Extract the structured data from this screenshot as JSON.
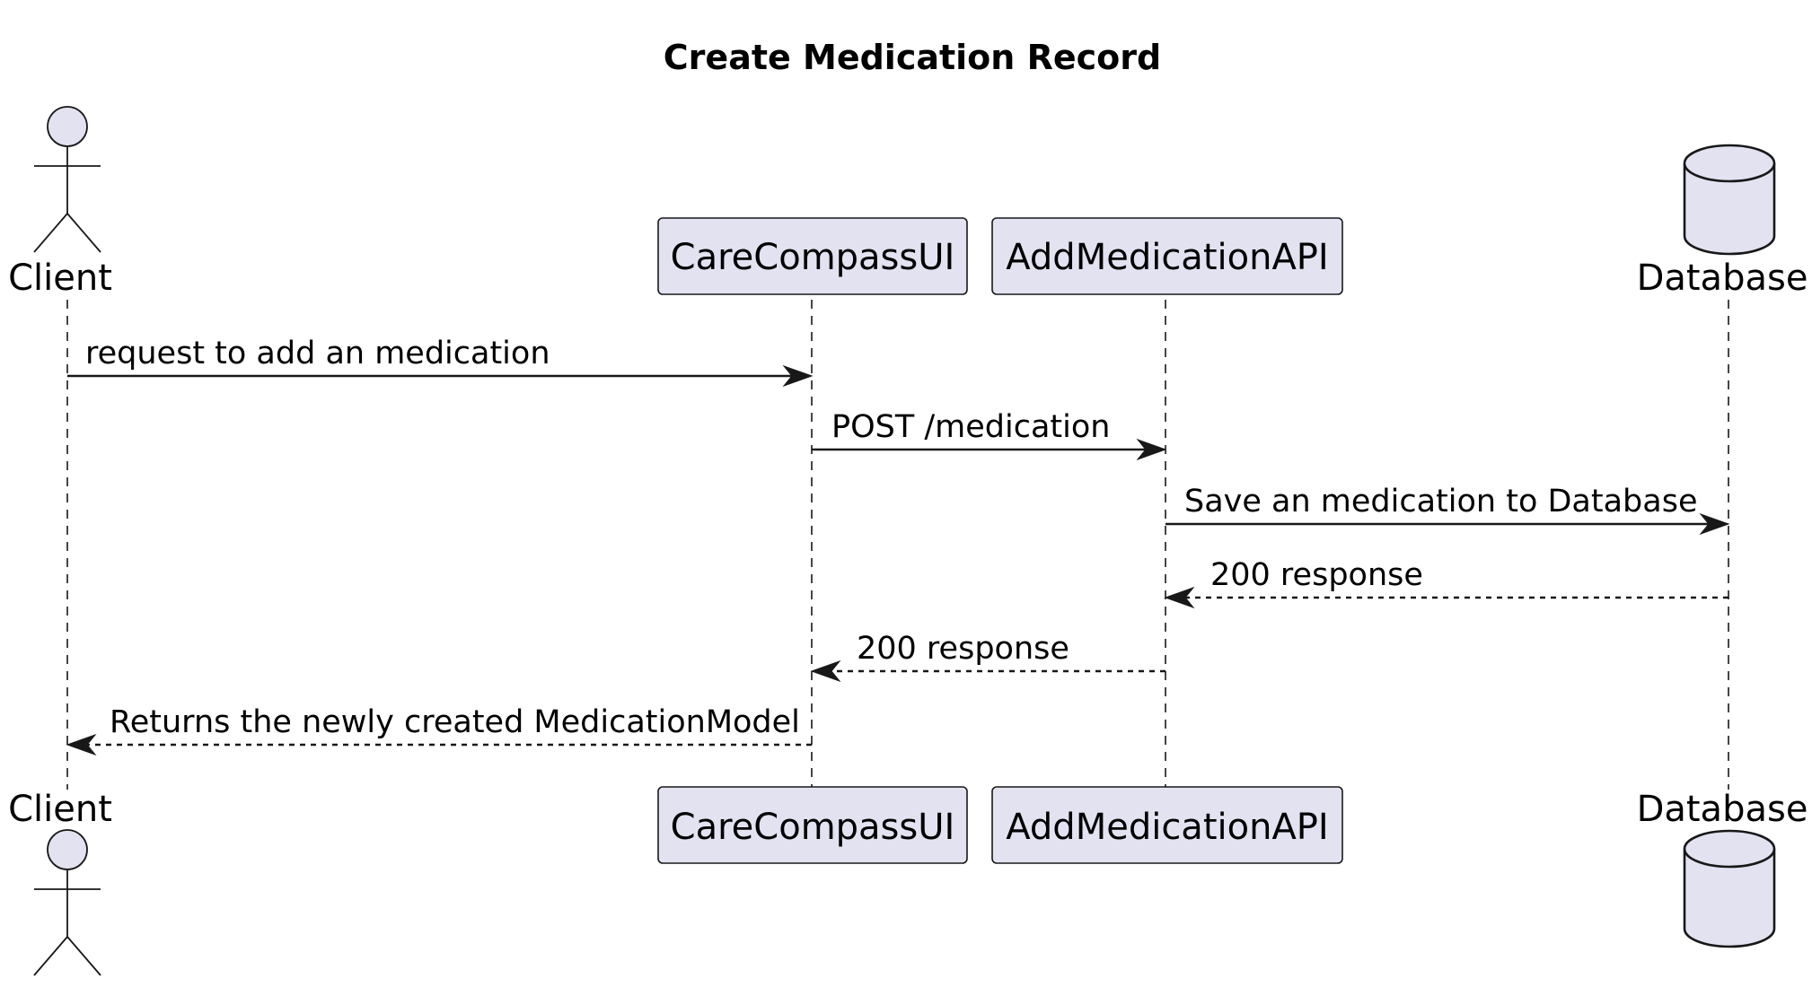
{
  "title": "Create Medication Record",
  "participants": {
    "client": {
      "name": "Client",
      "kind": "actor"
    },
    "ui": {
      "name": "CareCompassUI",
      "kind": "participant"
    },
    "api": {
      "name": "AddMedicationAPI",
      "kind": "participant"
    },
    "db": {
      "name": "Database",
      "kind": "database"
    }
  },
  "messages": [
    {
      "from": "Client",
      "to": "CareCompassUI",
      "text": "request to add an medication",
      "style": "solid"
    },
    {
      "from": "CareCompassUI",
      "to": "AddMedicationAPI",
      "text": "POST /medication",
      "style": "solid"
    },
    {
      "from": "AddMedicationAPI",
      "to": "Database",
      "text": "Save an medication to Database",
      "style": "solid"
    },
    {
      "from": "Database",
      "to": "AddMedicationAPI",
      "text": "200 response",
      "style": "dashed"
    },
    {
      "from": "AddMedicationAPI",
      "to": "CareCompassUI",
      "text": "200 response",
      "style": "dashed"
    },
    {
      "from": "CareCompassUI",
      "to": "Client",
      "text": "Returns the newly created MedicationModel",
      "style": "dashed"
    }
  ],
  "colors": {
    "participant_fill": "#E2E2F0",
    "line": "#181818",
    "background": "#FFFFFF"
  }
}
